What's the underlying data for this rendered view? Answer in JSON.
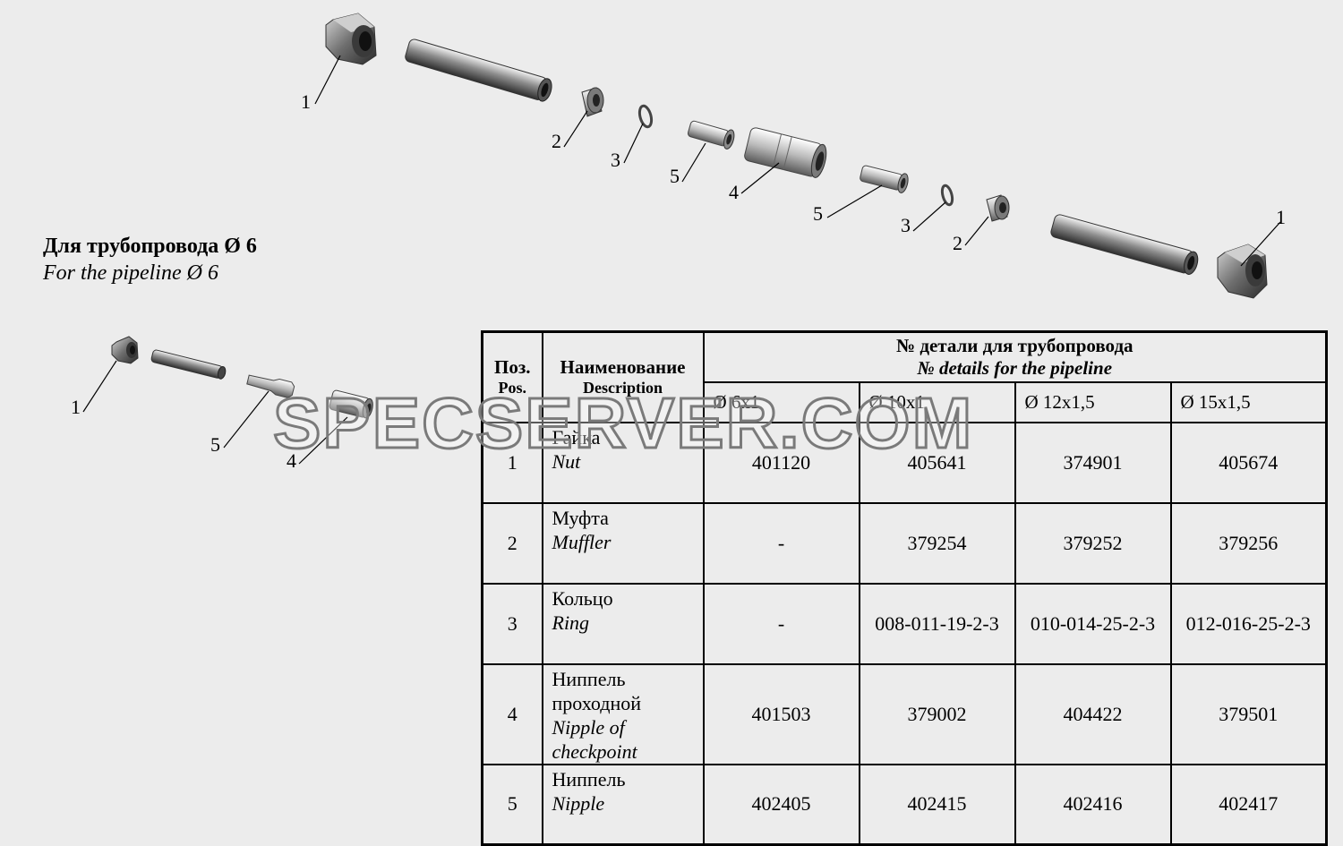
{
  "note": {
    "ru": "Для трубопровода  Ø 6",
    "en": "For the pipeline  Ø 6"
  },
  "watermark": "SPECSERVER.COM",
  "callouts": {
    "top": [
      "1",
      "2",
      "3",
      "5",
      "4",
      "5",
      "3",
      "2",
      "1"
    ],
    "small": [
      "1",
      "5",
      "4"
    ]
  },
  "table": {
    "header": {
      "pos_ru": "Поз.",
      "pos_en": "Pos.",
      "desc_ru": "Наименование",
      "desc_en": "Description",
      "num_ru": "№  детали для трубопровода",
      "num_en": "№ details for the pipeline",
      "sizes": [
        "Ø 6x1",
        "Ø 10x1",
        "Ø 12x1,5",
        "Ø 15x1,5"
      ]
    },
    "rows": [
      {
        "pos": "1",
        "name_ru": "Гайка",
        "name_en": "Nut",
        "values": [
          "401120",
          "405641",
          "374901",
          "405674"
        ]
      },
      {
        "pos": "2",
        "name_ru": "Муфта",
        "name_en": "Muffler",
        "values": [
          "-",
          "379254",
          "379252",
          "379256"
        ]
      },
      {
        "pos": "3",
        "name_ru": "Кольцо",
        "name_en": "Ring",
        "values": [
          "-",
          "008-011-19-2-3",
          "010-014-25-2-3",
          "012-016-25-2-3"
        ]
      },
      {
        "pos": "4",
        "name_ru": "Ниппель проходной",
        "name_en": "Nipple of checkpoint",
        "values": [
          "401503",
          "379002",
          "404422",
          "379501"
        ]
      },
      {
        "pos": "5",
        "name_ru": "Ниппель",
        "name_en": "Nipple",
        "values": [
          "402405",
          "402415",
          "402416",
          "402417"
        ]
      }
    ]
  }
}
